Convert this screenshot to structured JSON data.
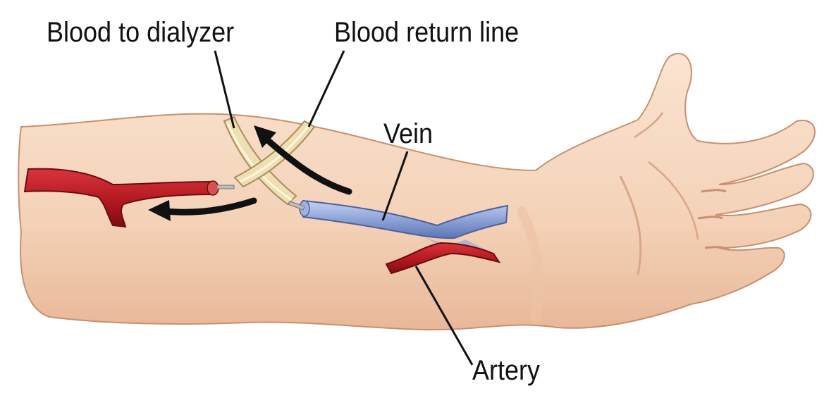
{
  "labels": {
    "blood_to_dialyzer": "Blood to dialyzer",
    "blood_return_line": "Blood return line",
    "vein": "Vein",
    "artery": "Artery"
  },
  "colors": {
    "background": "#ffffff",
    "skin": "#f6d7bf",
    "skin_shadow": "#e3b394",
    "skin_outline": "#c98f70",
    "artery": "#b5171f",
    "artery_dark": "#7e0c12",
    "vein": "#7d93cc",
    "vein_light": "#b9c8ee",
    "tube": "#eedfb4",
    "tube_outline": "#b79e6a",
    "arrow": "#111111"
  }
}
